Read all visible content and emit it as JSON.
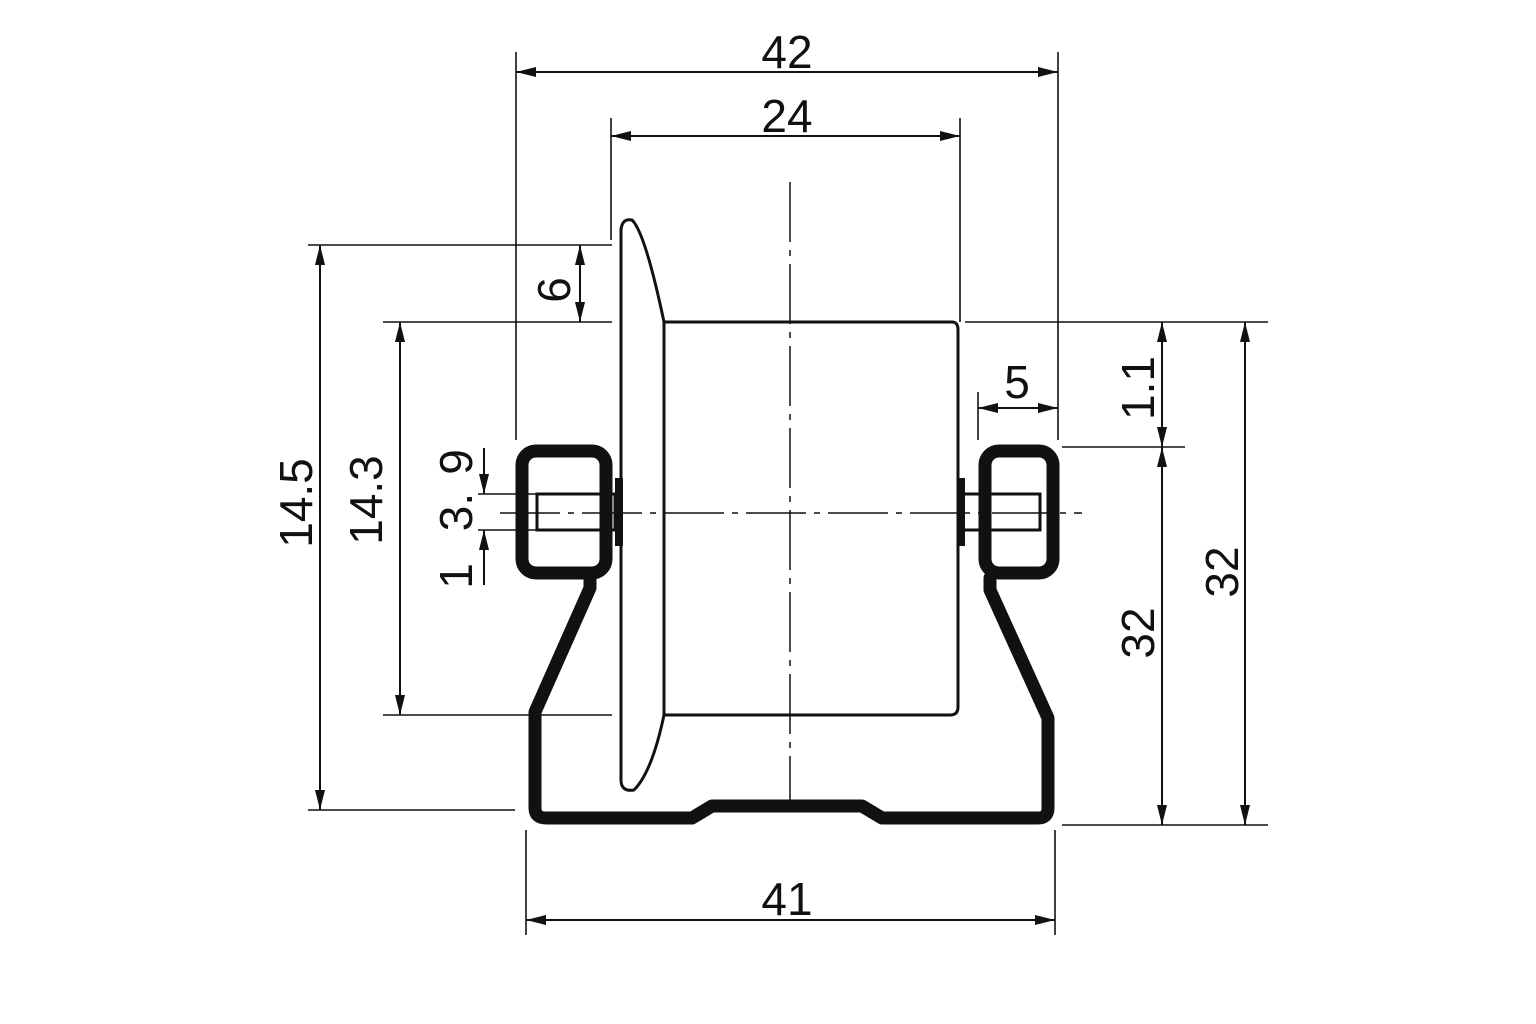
{
  "drawing": {
    "dimensions": {
      "overall_width_top": "42",
      "roller_length": "24",
      "flange_height": "6",
      "overall_height_left": "14.5",
      "roller_diameter": "14.3",
      "axle_upper": "9",
      "axle_mid": "3.",
      "axle_lower": "1",
      "side_offset": "5",
      "top_offset": "1.1",
      "profile_height_inner": "32",
      "profile_height_outer": "32",
      "profile_width_bottom": "41"
    }
  }
}
